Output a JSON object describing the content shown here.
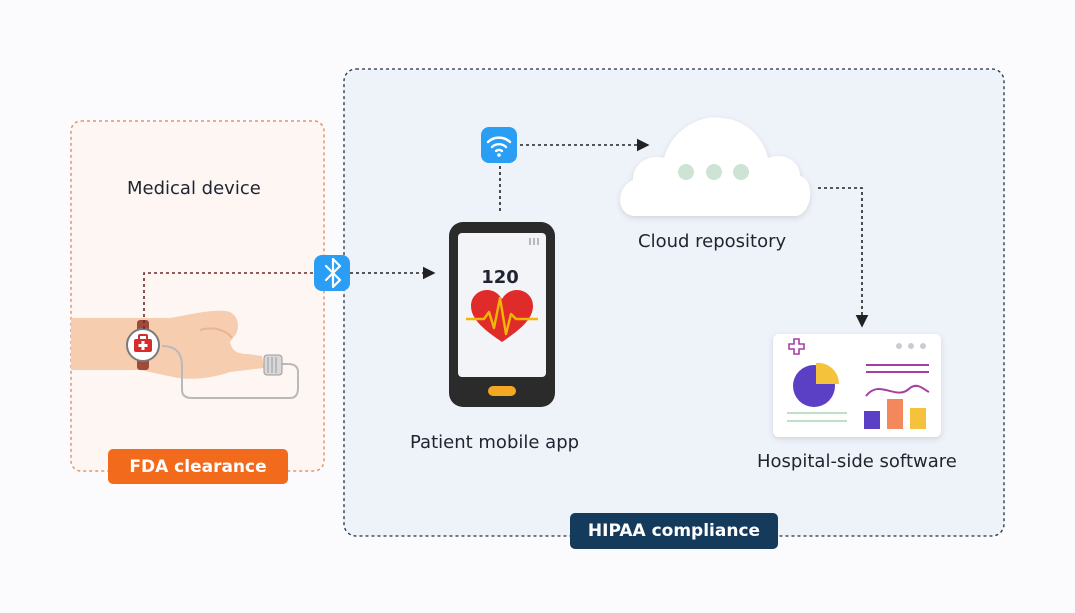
{
  "colors": {
    "fda_orange": "#f26a1b",
    "hipaa_navy": "#143a5c",
    "bluetooth_blue": "#2a9df4",
    "heart_red": "#e02b2b",
    "pulse_yellow": "#f2b705",
    "chart_purple": "#5b3fc4",
    "chart_yellow": "#f5c23c",
    "chart_orange": "#f2885b"
  },
  "icons": [
    "bluetooth-icon",
    "wifi-icon",
    "first-aid-icon",
    "heart-icon",
    "plus-icon",
    "pie-chart-icon",
    "bar-chart-icon"
  ],
  "nodes": {
    "medical_device": "Medical device",
    "cloud": "Cloud repository",
    "phone": "Patient mobile app",
    "hospital": "Hospital-side software"
  },
  "phone_reading": "120",
  "badges": {
    "fda": "FDA clearance",
    "hipaa": "HIPAA compliance"
  }
}
